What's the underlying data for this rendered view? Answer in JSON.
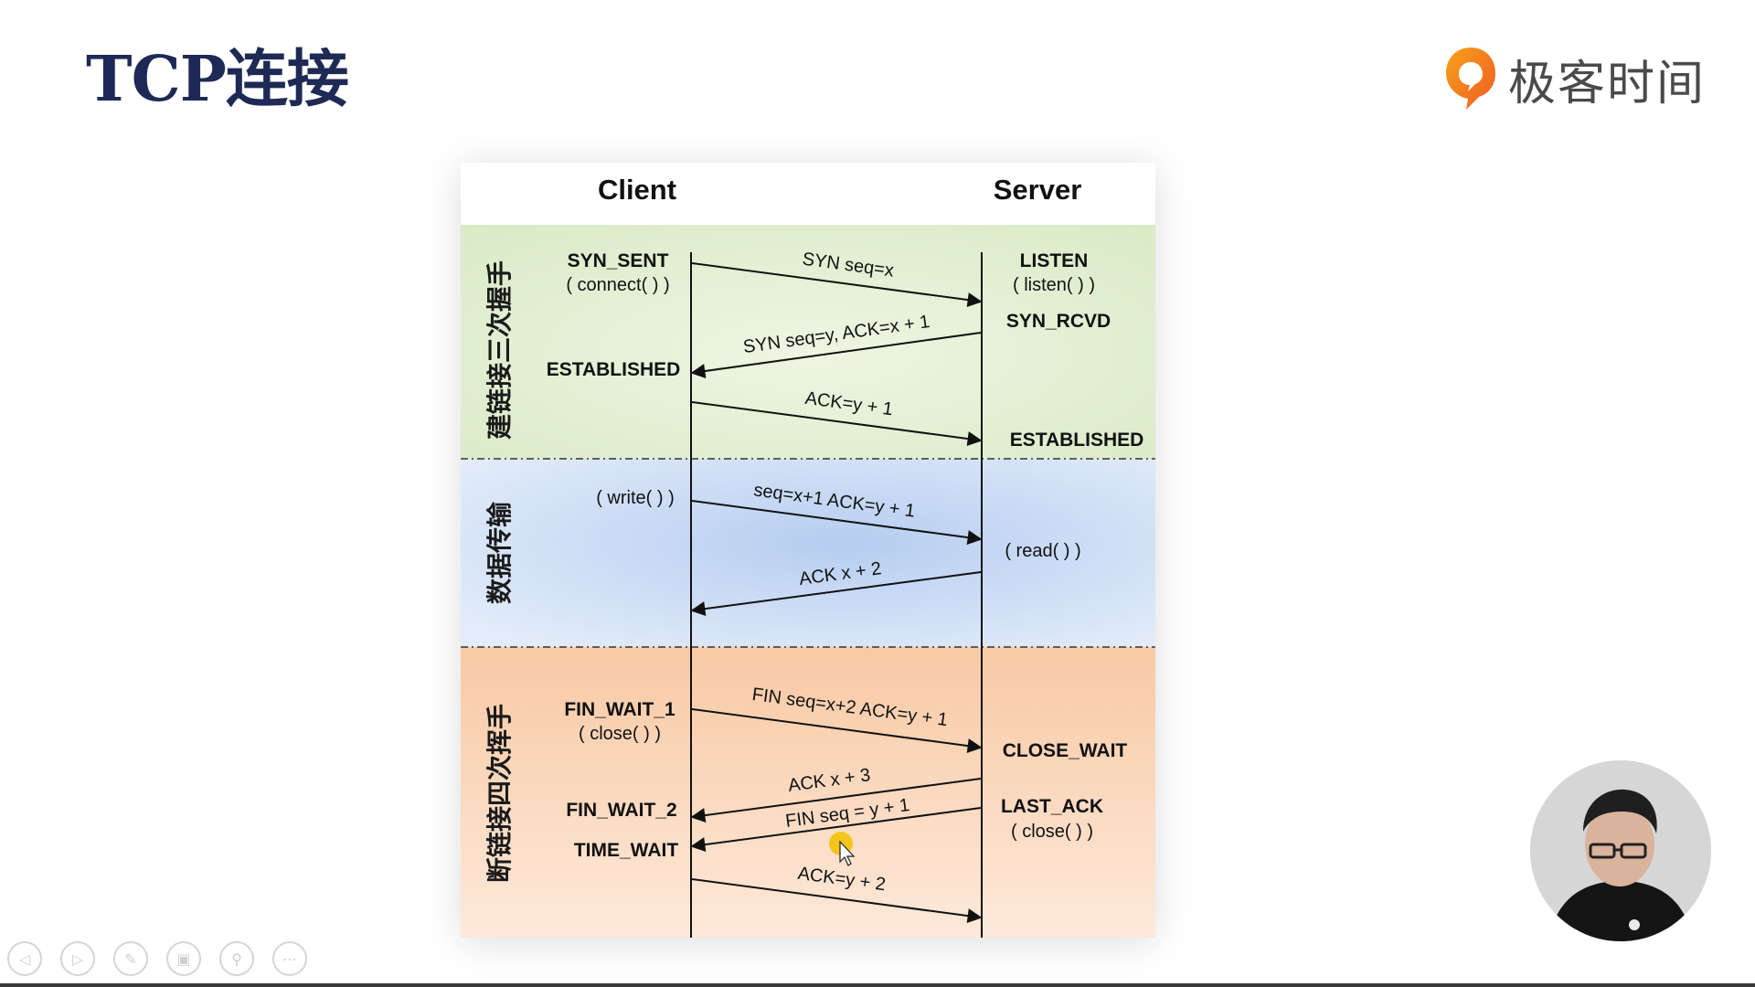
{
  "slide": {
    "title": "TCP连接"
  },
  "brand": {
    "name": "极客时间"
  },
  "diagram": {
    "client_label": "Client",
    "server_label": "Server",
    "sections": [
      {
        "title": "建链接三次握手",
        "bg_color": "#e2efd3",
        "client_states": [
          "SYN_SENT",
          "( connect( ) )",
          "ESTABLISHED"
        ],
        "server_states": [
          "LISTEN",
          "( listen( ) )",
          "SYN_RCVD",
          "ESTABLISHED"
        ],
        "messages": [
          "SYN seq=x",
          "SYN seq=y, ACK=x + 1",
          "ACK=y + 1"
        ]
      },
      {
        "title": "数据传输",
        "bg_color": "#d3e0f5",
        "client_states": [
          "( write( ) )"
        ],
        "server_states": [
          "( read( ) )"
        ],
        "messages": [
          "seq=x+1 ACK=y + 1",
          "ACK x + 2"
        ]
      },
      {
        "title": "断链接四次挥手",
        "bg_color": "#fbdcc3",
        "client_states": [
          "FIN_WAIT_1",
          "( close( ) )",
          "FIN_WAIT_2",
          "TIME_WAIT"
        ],
        "server_states": [
          "CLOSE_WAIT",
          "LAST_ACK",
          "( close( ) )"
        ],
        "messages": [
          "FIN seq=x+2 ACK=y + 1",
          "ACK x + 3",
          "FIN seq = y + 1",
          "ACK=y + 2"
        ]
      }
    ]
  },
  "player_controls": [
    {
      "name": "previous-icon",
      "glyph": "◁"
    },
    {
      "name": "next-icon",
      "glyph": "▷"
    },
    {
      "name": "pen-icon",
      "glyph": "✎"
    },
    {
      "name": "slides-icon",
      "glyph": "▣"
    },
    {
      "name": "zoom-icon",
      "glyph": "⚲"
    },
    {
      "name": "more-icon",
      "glyph": "⋯"
    }
  ]
}
